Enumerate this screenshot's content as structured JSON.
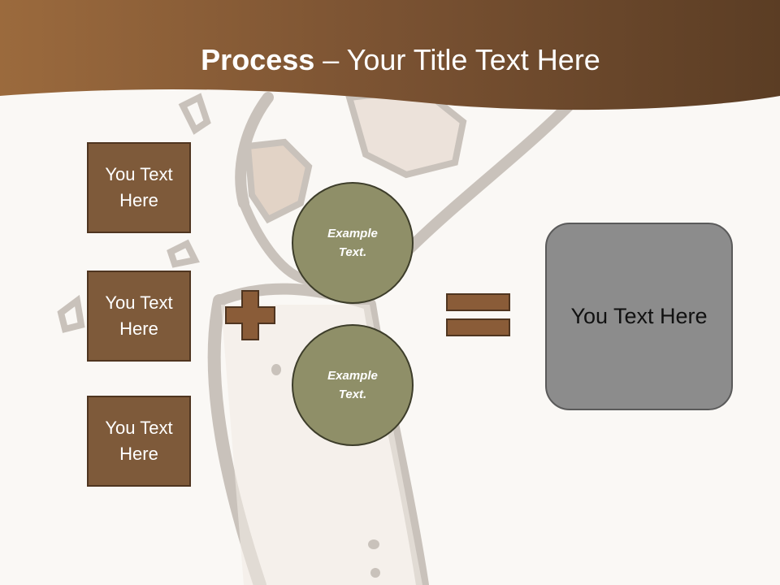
{
  "title": {
    "bold": "Process",
    "rest": " – Your Title Text Here"
  },
  "boxes": [
    {
      "label": "You Text Here"
    },
    {
      "label": "You Text Here"
    },
    {
      "label": "You Text Here"
    }
  ],
  "circles": [
    {
      "label": "Example Text."
    },
    {
      "label": "Example Text."
    }
  ],
  "operators": {
    "plus": "plus-sign",
    "equals": "equals-sign"
  },
  "result": {
    "label": "You Text Here"
  },
  "colors": {
    "header": "#7a5232",
    "box_fill": "#7e5a3a",
    "circle_fill": "#8f8f68",
    "result_fill": "#8c8c8c",
    "background": "#faf8f5"
  }
}
